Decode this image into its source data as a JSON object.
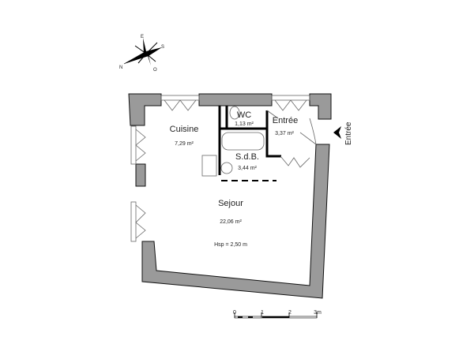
{
  "compass": {
    "top": "E",
    "right": "S",
    "bottom": "O",
    "left": "N"
  },
  "rooms": [
    {
      "name": "Cuisine",
      "area": "7,29 m²"
    },
    {
      "name": "WC",
      "area": "1,13 m²"
    },
    {
      "name": "Entrée",
      "area": "3,37 m²"
    },
    {
      "name": "S.d.B.",
      "area": "3,44 m²"
    },
    {
      "name": "Sejour",
      "area": "22,06 m²"
    }
  ],
  "ceiling_height": "Hsp = 2,50 m",
  "entrance_label": "Entrée",
  "scale": {
    "ticks": [
      "0",
      "1",
      "2",
      "3m"
    ]
  },
  "colors": {
    "wall": "#9a9a9a",
    "line": "#000000"
  }
}
